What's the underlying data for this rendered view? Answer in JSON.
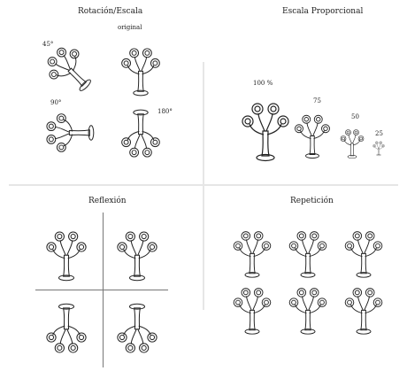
{
  "panels": {
    "rotation": {
      "title": "Rotación/Escala",
      "original": "original",
      "angles": [
        "45°",
        "90°",
        "180°"
      ]
    },
    "scale": {
      "title": "Escala Proporcional",
      "steps": [
        "100 %",
        "75",
        "50",
        "25"
      ]
    },
    "reflection": {
      "title": "Reflexión"
    },
    "repetition": {
      "title": "Repetición"
    }
  }
}
